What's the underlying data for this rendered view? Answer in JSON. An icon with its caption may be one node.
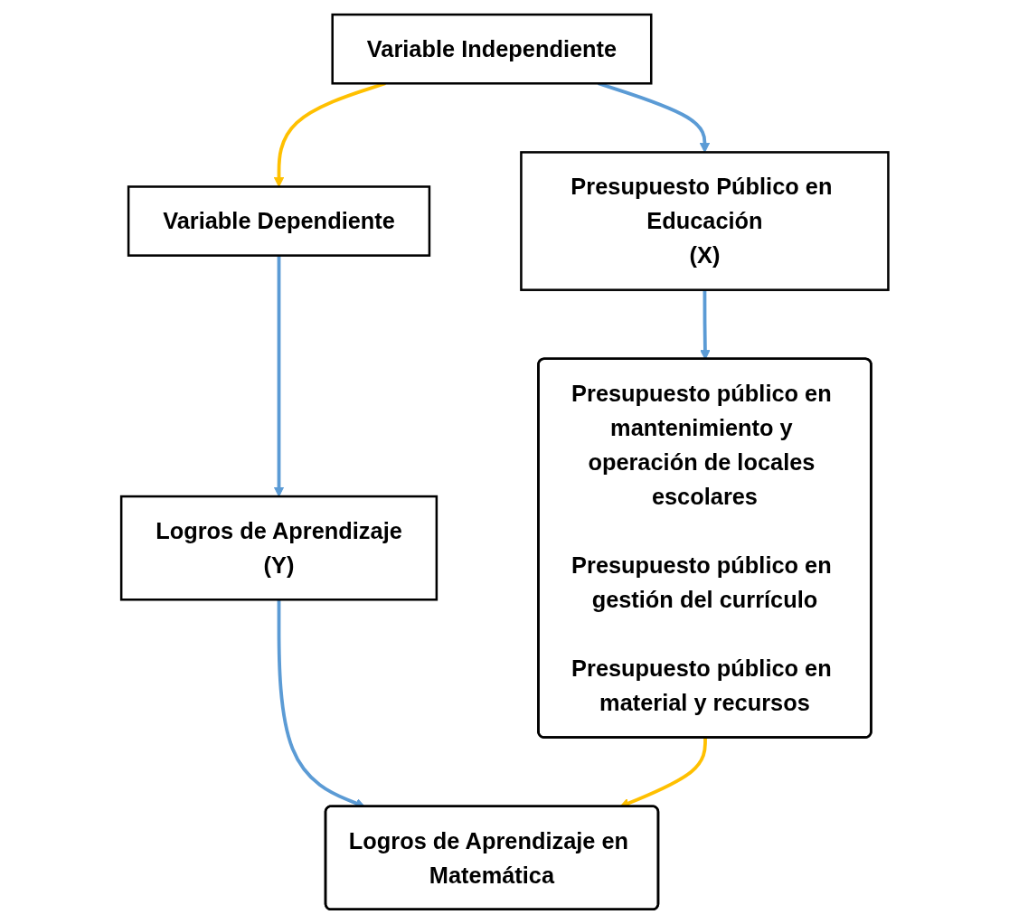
{
  "diagram": {
    "nodes": [
      {
        "text": [
          "Variable Independiente"
        ]
      },
      {
        "text": [
          "Variable Dependiente"
        ]
      },
      {
        "text": [
          "Presupuesto Público en Educación",
          "(X)"
        ]
      },
      {
        "text": [
          "Logros de Aprendizaje",
          "(Y)"
        ]
      },
      {
        "text": [
          "Presupuesto público en mantenimiento y operación de locales escolares",
          "Presupuesto público en gestión del currículo",
          "Presupuesto público en material y recursos"
        ]
      },
      {
        "text": [
          "Logros de Aprendizaje en Matemática"
        ]
      }
    ],
    "edges": [
      {
        "from": 0,
        "to": 1,
        "arrow": "to",
        "color": "#ffc000"
      },
      {
        "from": 0,
        "to": 2,
        "arrow": "to"
      },
      {
        "from": 1,
        "to": 3,
        "arrow": "to"
      },
      {
        "from": 2,
        "to": 4,
        "arrow": "to"
      },
      {
        "from": 3,
        "to": 5,
        "arrow": "to"
      },
      {
        "from": 4,
        "to": 5,
        "arrow": "to",
        "color": "#ffc000"
      }
    ]
  }
}
